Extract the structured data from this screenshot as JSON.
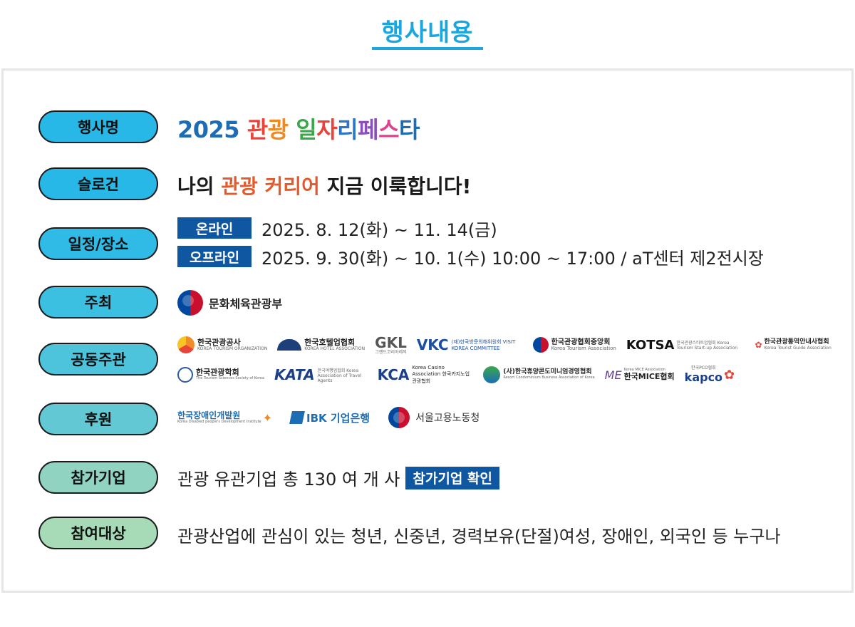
{
  "page_title": "행사내용",
  "colors": {
    "accent": "#1aa7e0",
    "tag_blue": "#0f57a0",
    "pills": [
      "#27b8e8",
      "#27b8e8",
      "#2fbbe6",
      "#3cc0e2",
      "#4ec4dc",
      "#62c8d4",
      "#76cdc9",
      "#8fd3c0",
      "#a7dbb8"
    ]
  },
  "rows": {
    "event_name": {
      "label": "행사명",
      "year": "2025",
      "chars": [
        "관",
        "광",
        " ",
        "일",
        "자",
        "리",
        "페",
        "스",
        "타"
      ]
    },
    "slogan": {
      "label": "슬로건",
      "part1": "나의 ",
      "highlight": "관광 커리어",
      "part2": " 지금 이룩합니다!"
    },
    "schedule": {
      "label": "일정/장소",
      "online_tag": "온라인",
      "online_text": "2025. 8. 12(화) ~ 11. 14(금)",
      "offline_tag": "오프라인",
      "offline_text": "2025. 9. 30(화) ~ 10. 1(수) 10:00 ~ 17:00 / aT센터 제2전시장"
    },
    "host": {
      "label": "주최",
      "org": "문화체육관광부"
    },
    "co_organizers": {
      "label": "공동주관",
      "line1": [
        {
          "name": "한국관광공사",
          "sub": "KOREA TOURISM ORGANIZATION",
          "icon": "kto-logo-icon"
        },
        {
          "name": "한국호텔업협회",
          "sub": "KOREA HOTEL ASSOCIATION",
          "icon": "khotel-logo-icon"
        },
        {
          "name": "GKL",
          "sub": "그랜드코리아레저",
          "icon": ""
        },
        {
          "name": "VKC",
          "sub": "(재)한국방문의해위원회 VISIT KOREA COMMITTEE",
          "icon": ""
        },
        {
          "name": "한국관광협회중앙회",
          "sub": "Korea Tourism Association",
          "icon": "kta-logo-icon"
        },
        {
          "name": "KOTSA",
          "sub": "한국관광스타트업협회 Korea Tourism Start-up Association",
          "icon": ""
        },
        {
          "name": "한국관광통역안내사협회",
          "sub": "Korea Tourist Guide Association",
          "icon": "ktga-logo-icon"
        }
      ],
      "line2": [
        {
          "name": "한국관광학회",
          "sub": "The Tourism Sciences Society of Korea",
          "icon": "ttssk-logo-icon"
        },
        {
          "name": "KATA",
          "sub": "한국여행업협회 Korea Association of Travel Agents",
          "icon": ""
        },
        {
          "name": "KCA",
          "sub": "Korea Casino Association 한국카지노업관광협회",
          "icon": ""
        },
        {
          "name": "(사)한국휴양콘도미니엄경영협회",
          "sub": "Resort Condominium Business Association of Korea",
          "icon": "condo-logo-icon"
        },
        {
          "name": "한국MICE협회",
          "sub": "Korea MICE Association",
          "icon": "mice-logo-icon"
        },
        {
          "name": "kapco",
          "sub": "한국PCO협회",
          "icon": "kapco-logo-icon"
        }
      ]
    },
    "sponsors": {
      "label": "후원",
      "items": [
        {
          "name": "한국장애인개발원",
          "sub": "Korea Disabled people's Development Institute"
        },
        {
          "name": "IBK 기업은행",
          "sub": ""
        },
        {
          "name": "서울고용노동청",
          "sub": ""
        }
      ]
    },
    "participants": {
      "label": "참가기업",
      "text": "관광 유관기업 총 130 여 개 사",
      "button": "참가기업 확인"
    },
    "target": {
      "label": "참여대상",
      "text": "관광산업에 관심이 있는 청년, 신중년, 경력보유(단절)여성, 장애인, 외국인 등 누구나"
    }
  }
}
